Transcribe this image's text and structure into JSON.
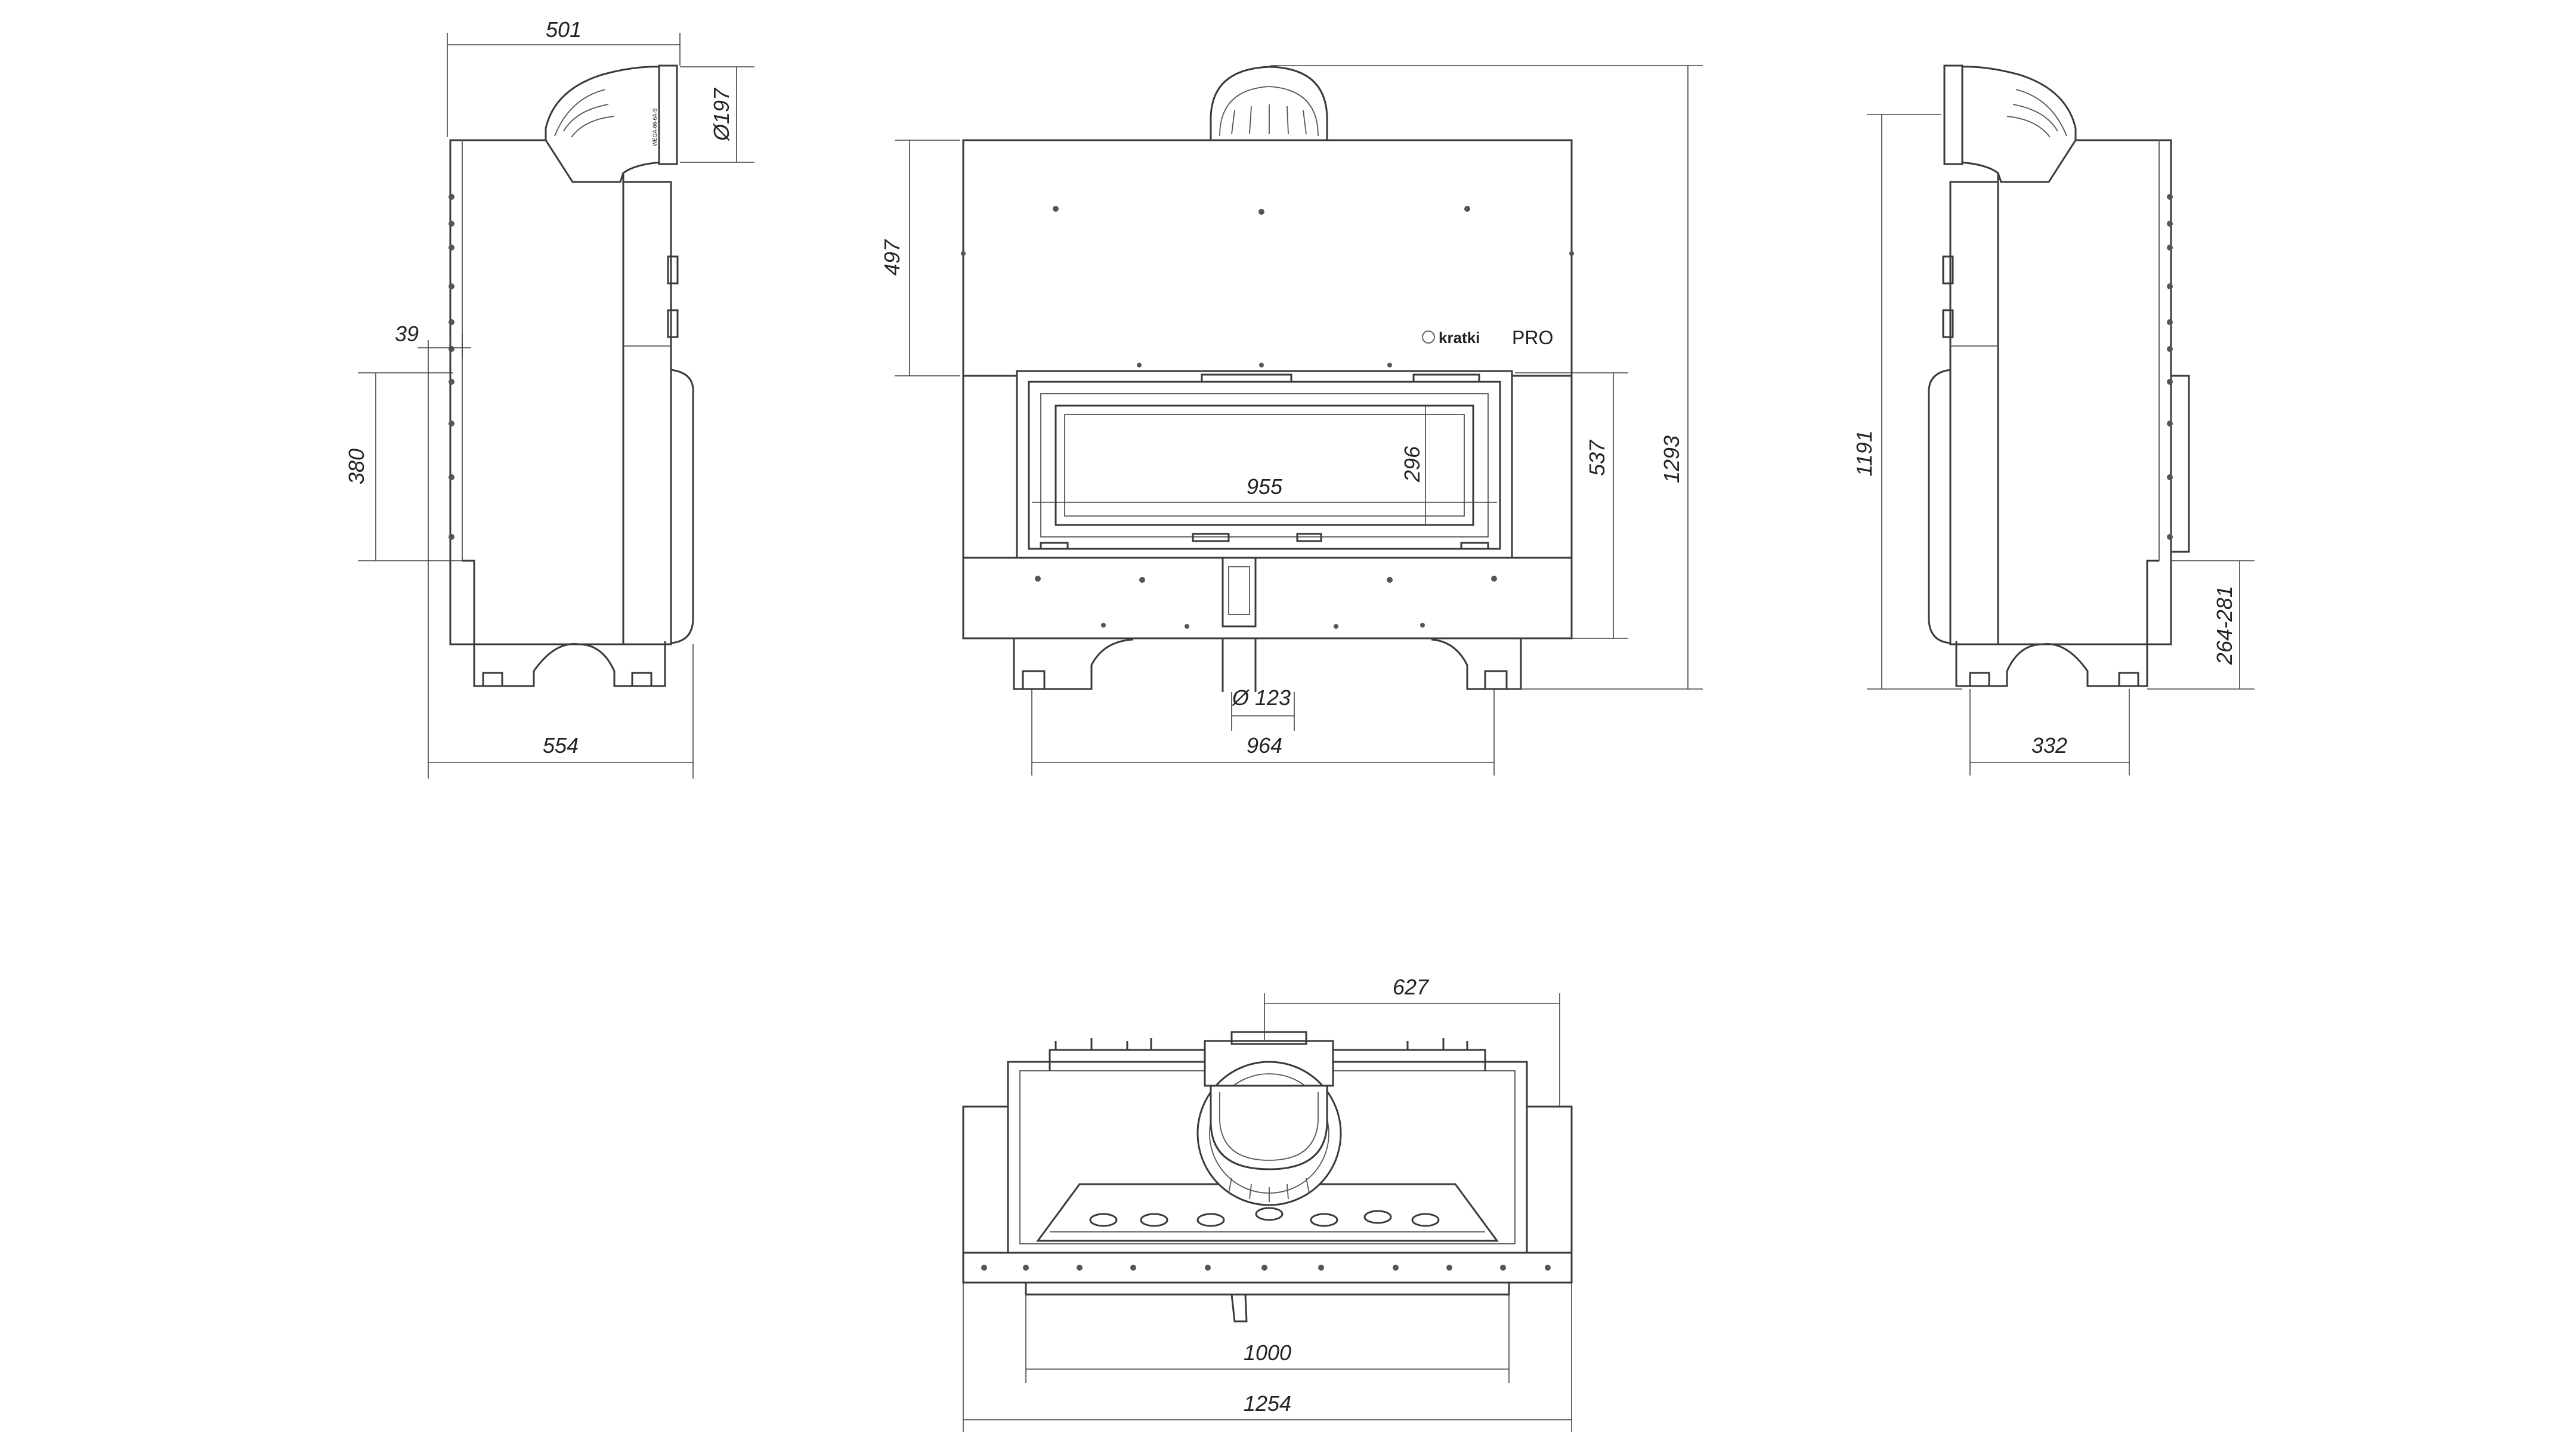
{
  "views": {
    "side_left": {
      "dims": {
        "top_width": "501",
        "flue_diameter": "Ø197",
        "offset": "39",
        "height": "380",
        "depth": "554"
      },
      "label_vertical": "WEGA-66-6A-S"
    },
    "front": {
      "dims": {
        "upper_height": "497",
        "glass_height": "296",
        "glass_width": "955",
        "door_height": "537",
        "total_height": "1293",
        "air_inlet": "Ø 123",
        "base_width": "964"
      },
      "brand": {
        "name": "kratki",
        "suffix": "PRO"
      }
    },
    "side_right": {
      "dims": {
        "height": "1191",
        "leg_height": "264-281",
        "base_depth": "332"
      }
    },
    "top": {
      "dims": {
        "flue_offset": "627",
        "inner_width": "1000",
        "total_width": "1254"
      }
    }
  },
  "colors": {
    "line": "#3a3a3a",
    "background": "#ffffff"
  }
}
